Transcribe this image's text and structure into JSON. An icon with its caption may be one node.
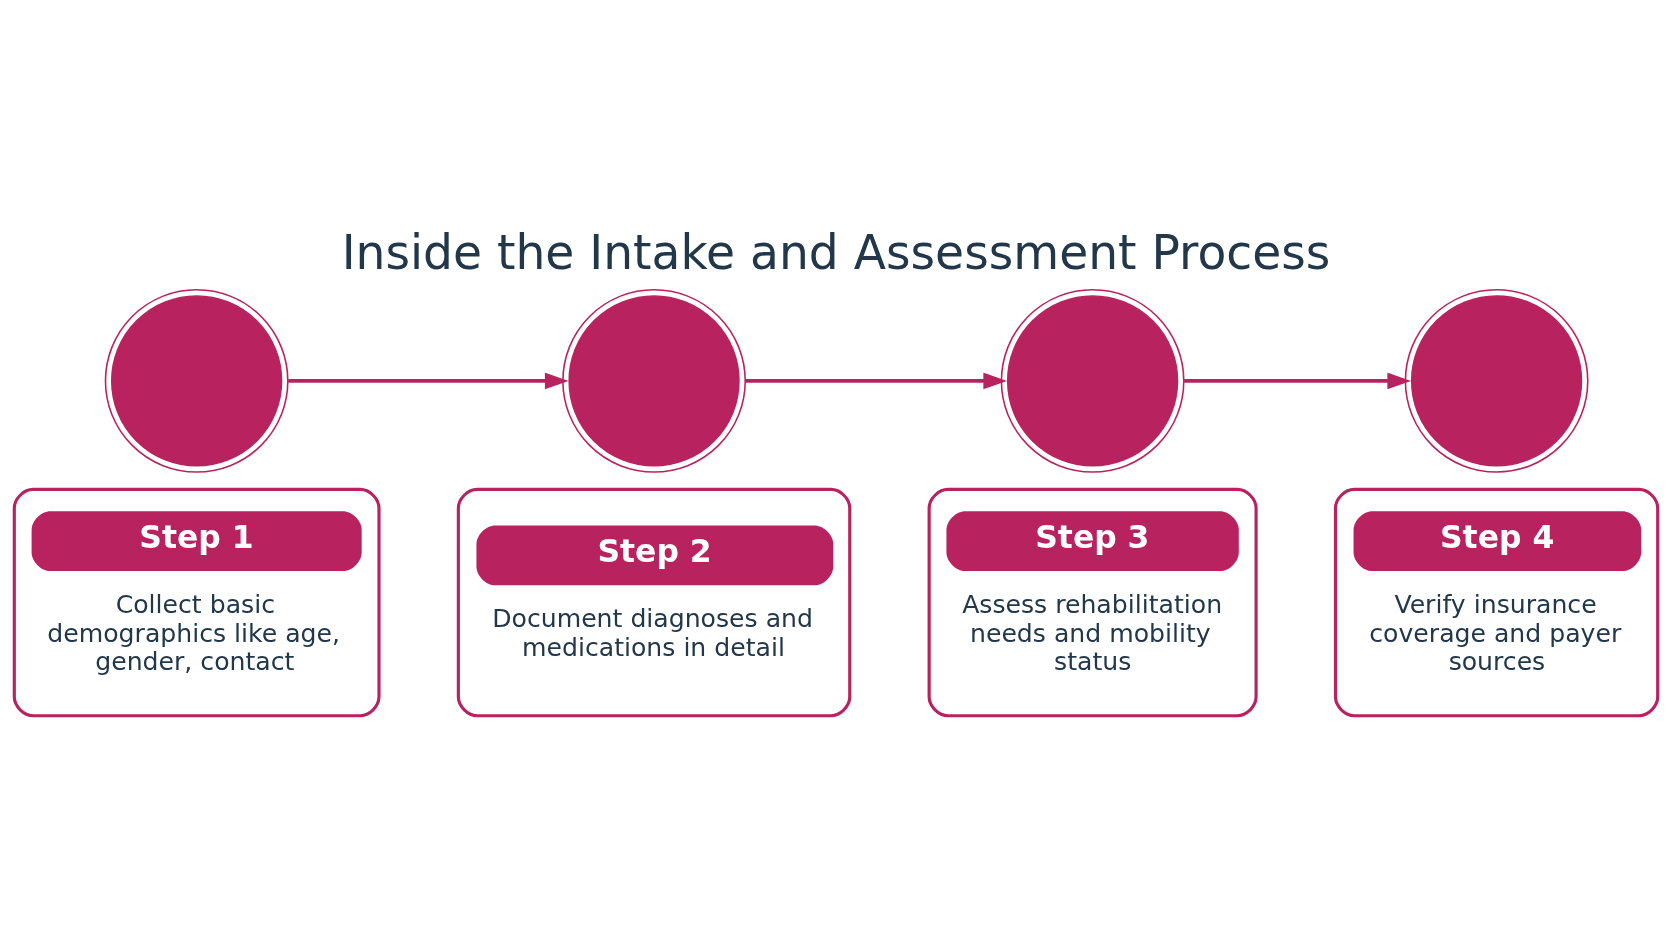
{
  "diagram": {
    "title": "Inside the Intake and Assessment Process",
    "nodes": [
      {
        "text": [],
        "shape": "circle"
      },
      {
        "text": [
          "Step 1",
          "Collect basic demographics like age, gender, contact"
        ]
      },
      {
        "text": [],
        "shape": "circle"
      },
      {
        "text": [
          "Step 2",
          "Document diagnoses and medications in detail"
        ]
      },
      {
        "text": [],
        "shape": "circle"
      },
      {
        "text": [
          "Step 3",
          "Assess rehabilitation needs and mobility status"
        ]
      },
      {
        "text": [],
        "shape": "circle"
      },
      {
        "text": [
          "Step 4",
          "Verify insurance coverage and payer sources"
        ]
      }
    ],
    "edges": [
      {
        "from": 0,
        "to": 2,
        "arrow": "to"
      },
      {
        "from": 2,
        "to": 4,
        "arrow": "to"
      },
      {
        "from": 4,
        "to": 6,
        "arrow": "to"
      }
    ]
  }
}
